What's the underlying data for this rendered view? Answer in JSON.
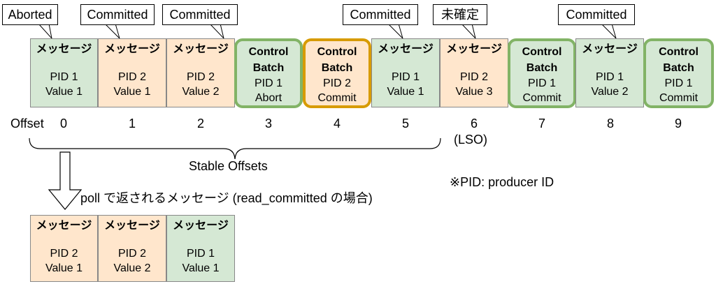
{
  "colors": {
    "committed_fill": "#d5e8d4",
    "uncommitted_fill": "#ffe6cc",
    "control_border_committed": "#82b366",
    "control_border_pending": "#d79b00"
  },
  "callouts": {
    "c0": "Aborted",
    "c1": "Committed",
    "c2": "Committed",
    "c5": "Committed",
    "c6": "未確定",
    "c8": "Committed"
  },
  "records": [
    {
      "header": "メッセージ",
      "line1": "PID 1",
      "line2": "Value 1"
    },
    {
      "header": "メッセージ",
      "line1": "PID 2",
      "line2": "Value 1"
    },
    {
      "header": "メッセージ",
      "line1": "PID 2",
      "line2": "Value 2"
    },
    {
      "header": "Control",
      "header2": "Batch",
      "line1": "PID 1",
      "line2": "Abort"
    },
    {
      "header": "Control",
      "header2": "Batch",
      "line1": "PID 2",
      "line2": "Commit"
    },
    {
      "header": "メッセージ",
      "line1": "PID 1",
      "line2": "Value 1"
    },
    {
      "header": "メッセージ",
      "line1": "PID 2",
      "line2": "Value 3"
    },
    {
      "header": "Control",
      "header2": "Batch",
      "line1": "PID 1",
      "line2": "Commit"
    },
    {
      "header": "メッセージ",
      "line1": "PID 1",
      "line2": "Value 2"
    },
    {
      "header": "Control",
      "header2": "Batch",
      "line1": "PID 1",
      "line2": "Commit"
    }
  ],
  "offset_label": "Offset",
  "offsets": [
    "0",
    "1",
    "2",
    "3",
    "4",
    "5",
    "6",
    "7",
    "8",
    "9"
  ],
  "lso_label": "(LSO)",
  "stable_offsets_label": "Stable Offsets",
  "pid_note": "※PID: producer ID",
  "poll_label": "poll で返されるメッセージ (read_committed の場合)",
  "result_records": [
    {
      "header": "メッセージ",
      "line1": "PID 2",
      "line2": "Value 1"
    },
    {
      "header": "メッセージ",
      "line1": "PID 2",
      "line2": "Value 2"
    },
    {
      "header": "メッセージ",
      "line1": "PID 1",
      "line2": "Value 1"
    }
  ]
}
